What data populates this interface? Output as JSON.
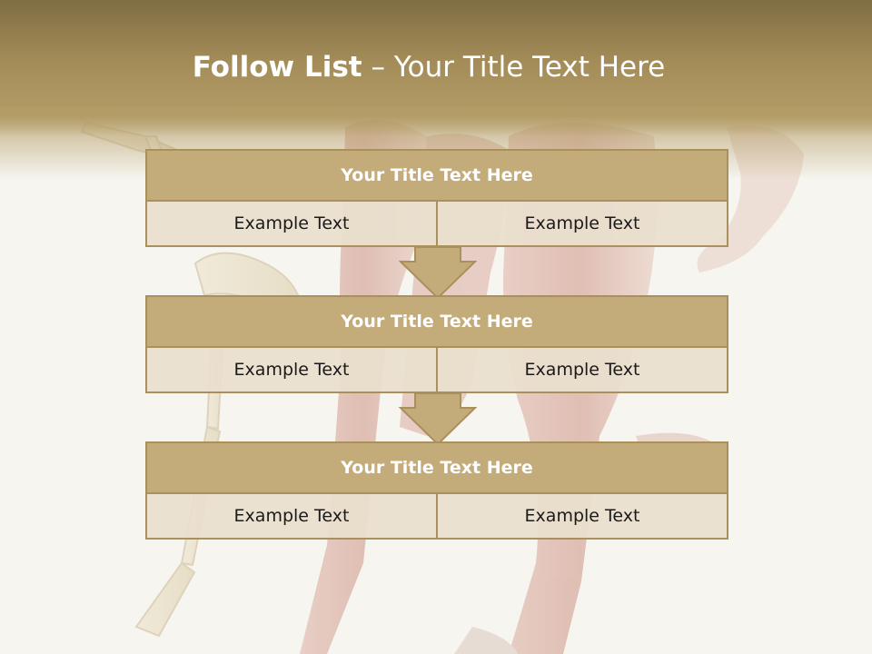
{
  "title": {
    "bold": "Follow List",
    "light": "– Your Title Text Here"
  },
  "blocks": [
    {
      "title": "Your Title Text Here",
      "left": "Example Text",
      "right": "Example Text"
    },
    {
      "title": "Your Title Text Here",
      "left": "Example Text",
      "right": "Example Text"
    },
    {
      "title": "Your Title Text Here",
      "left": "Example Text",
      "right": "Example Text"
    }
  ],
  "colors": {
    "header": "#a38c58",
    "box_title": "#c4ab7a",
    "box_border": "#a9905c",
    "cell": "#e9dfce"
  },
  "icons": {
    "connector": "down-arrow-icon",
    "background": "anatomy-runners-image"
  }
}
